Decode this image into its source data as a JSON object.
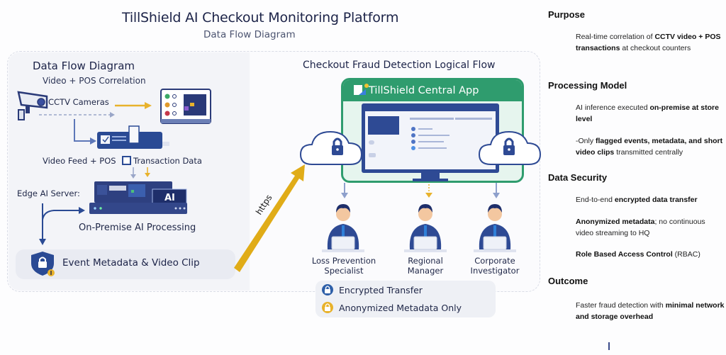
{
  "header": {
    "title": "TillShield AI Checkout Monitoring Platform",
    "subtitle": "Data Flow Diagram"
  },
  "left_panel": {
    "title": "Data Flow Diagram",
    "subtitle": "Video + POS Correlation",
    "cctv_label": "CCTV Cameras",
    "feed_label": "Video Feed + POS",
    "transaction_label": "Transaction Data",
    "edge_label": "Edge AI Server:",
    "ai_badge": "AI",
    "processing_label": "On-Premise AI Processing",
    "event_label": "Event Metadata & Video Clip"
  },
  "connector": {
    "label": "https"
  },
  "right_panel": {
    "title": "Checkout Fraud Detection Logical Flow",
    "app_title": "TillShield Central App",
    "roles": [
      {
        "line1": "Loss Prevention",
        "line2": "Specialist"
      },
      {
        "line1": "Regional",
        "line2": "Manager"
      },
      {
        "line1": "Corporate",
        "line2": "Investigator"
      }
    ],
    "legend": [
      {
        "label": "Encrypted Transfer",
        "icon": "lock-icon",
        "color": "#2e5fa8"
      },
      {
        "label": "Anonymized Metadata Only",
        "icon": "lock-icon",
        "color": "#e8b22c"
      }
    ]
  },
  "sidebar": {
    "sections": [
      {
        "heading": "Purpose",
        "items": [
          {
            "parts": [
              {
                "text": "Real-time correlation of ",
                "bold": false
              },
              {
                "text": "CCTV video + POS transactions",
                "bold": true
              },
              {
                "text": " at checkout counters",
                "bold": false
              }
            ]
          }
        ]
      },
      {
        "heading": "Processing Model",
        "items": [
          {
            "parts": [
              {
                "text": "AI inference executed ",
                "bold": false
              },
              {
                "text": "on-premise at store level",
                "bold": true
              }
            ]
          },
          {
            "parts": [
              {
                "text": "-Only ",
                "bold": false
              },
              {
                "text": "flagged events, metadata, and short video clips",
                "bold": true
              },
              {
                "text": " transmitted centrally",
                "bold": false
              }
            ]
          }
        ]
      },
      {
        "heading": "Data Security",
        "items": [
          {
            "parts": [
              {
                "text": "End-to-end ",
                "bold": false
              },
              {
                "text": "encrypted data transfer",
                "bold": true
              }
            ]
          },
          {
            "parts": [
              {
                "text": "Anonymized metadata",
                "bold": true
              },
              {
                "text": "; no continuous video streaming to HQ",
                "bold": false
              }
            ]
          },
          {
            "parts": [
              {
                "text": "Role Based Access Control",
                "bold": true
              },
              {
                "text": " (RBAC)",
                "bold": false
              }
            ]
          }
        ]
      },
      {
        "heading": "Outcome",
        "items": [
          {
            "parts": [
              {
                "text": "Faster fraud detection with ",
                "bold": false
              },
              {
                "text": "minimal network and storage overhead",
                "bold": true
              }
            ]
          }
        ]
      }
    ]
  },
  "colors": {
    "navy": "#1c2348",
    "brand_blue": "#2e5fa8",
    "app_green": "#2f9c6e",
    "accent_yellow": "#e8b22c"
  }
}
